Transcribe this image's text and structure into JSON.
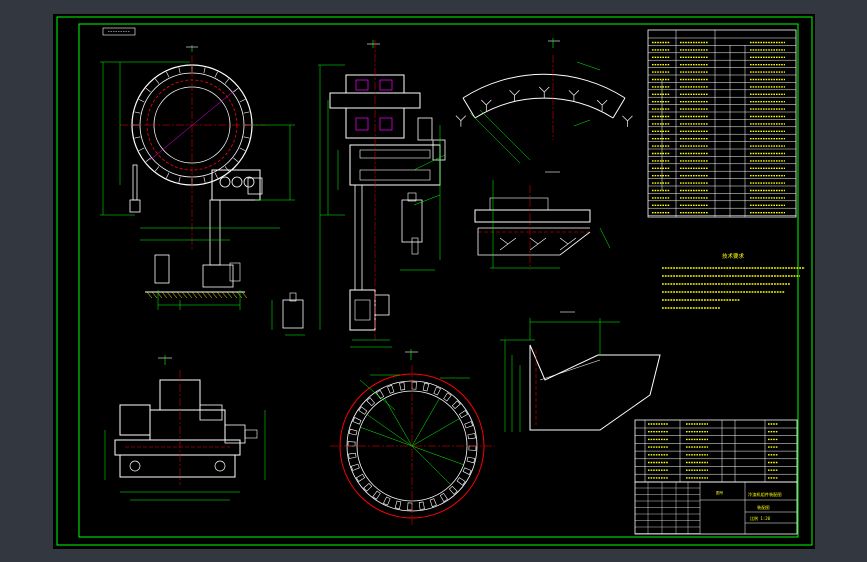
{
  "window": {
    "title": ""
  },
  "colors": {
    "background": "#333740",
    "sheet": "#000000",
    "frame": "#00ff00",
    "part": "#ffffff",
    "dimension": "#00ff00",
    "hidden": "#ff0000",
    "center": "#ff0000",
    "text_yellow": "#ffff00",
    "accent_magenta": "#ff00ff",
    "accent_cyan": "#00ffff"
  },
  "drawing": {
    "title_block": {
      "main_title": "冷渣机组件装配图",
      "sub_label": "装配图",
      "scale_text": "比例 1:20",
      "sheet_code": "图号"
    },
    "technical_requirements": {
      "heading": "技术要求"
    }
  }
}
